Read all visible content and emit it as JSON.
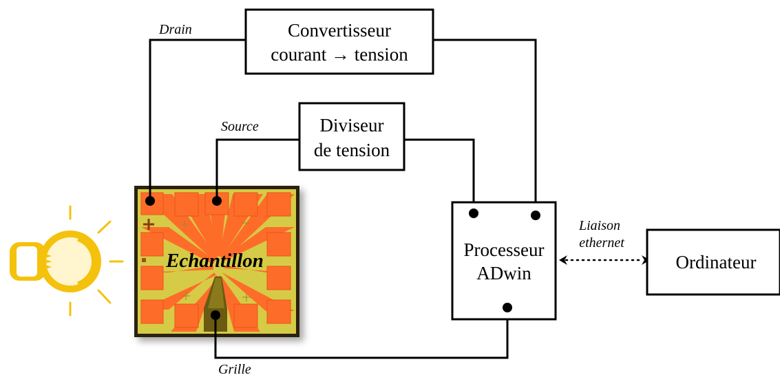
{
  "boxes": {
    "converter": {
      "line1": "Convertisseur",
      "line2": "courant → tension"
    },
    "divider": {
      "line1": "Diviseur",
      "line2": "de tension"
    },
    "processor": {
      "line1": "Processeur",
      "line2": "ADwin"
    },
    "computer": {
      "label": "Ordinateur"
    }
  },
  "sample": {
    "label": "Echantillon"
  },
  "wire_labels": {
    "drain": "Drain",
    "source": "Source",
    "gate": "Grille",
    "link_line1": "Liaison",
    "link_line2": "ethernet"
  },
  "colors": {
    "sample_substrate": "#d6cb46",
    "sample_pads": "#fe6c2a",
    "lamp": "#f4c20d"
  },
  "icons": {
    "lamp": "light-bulb-icon"
  }
}
